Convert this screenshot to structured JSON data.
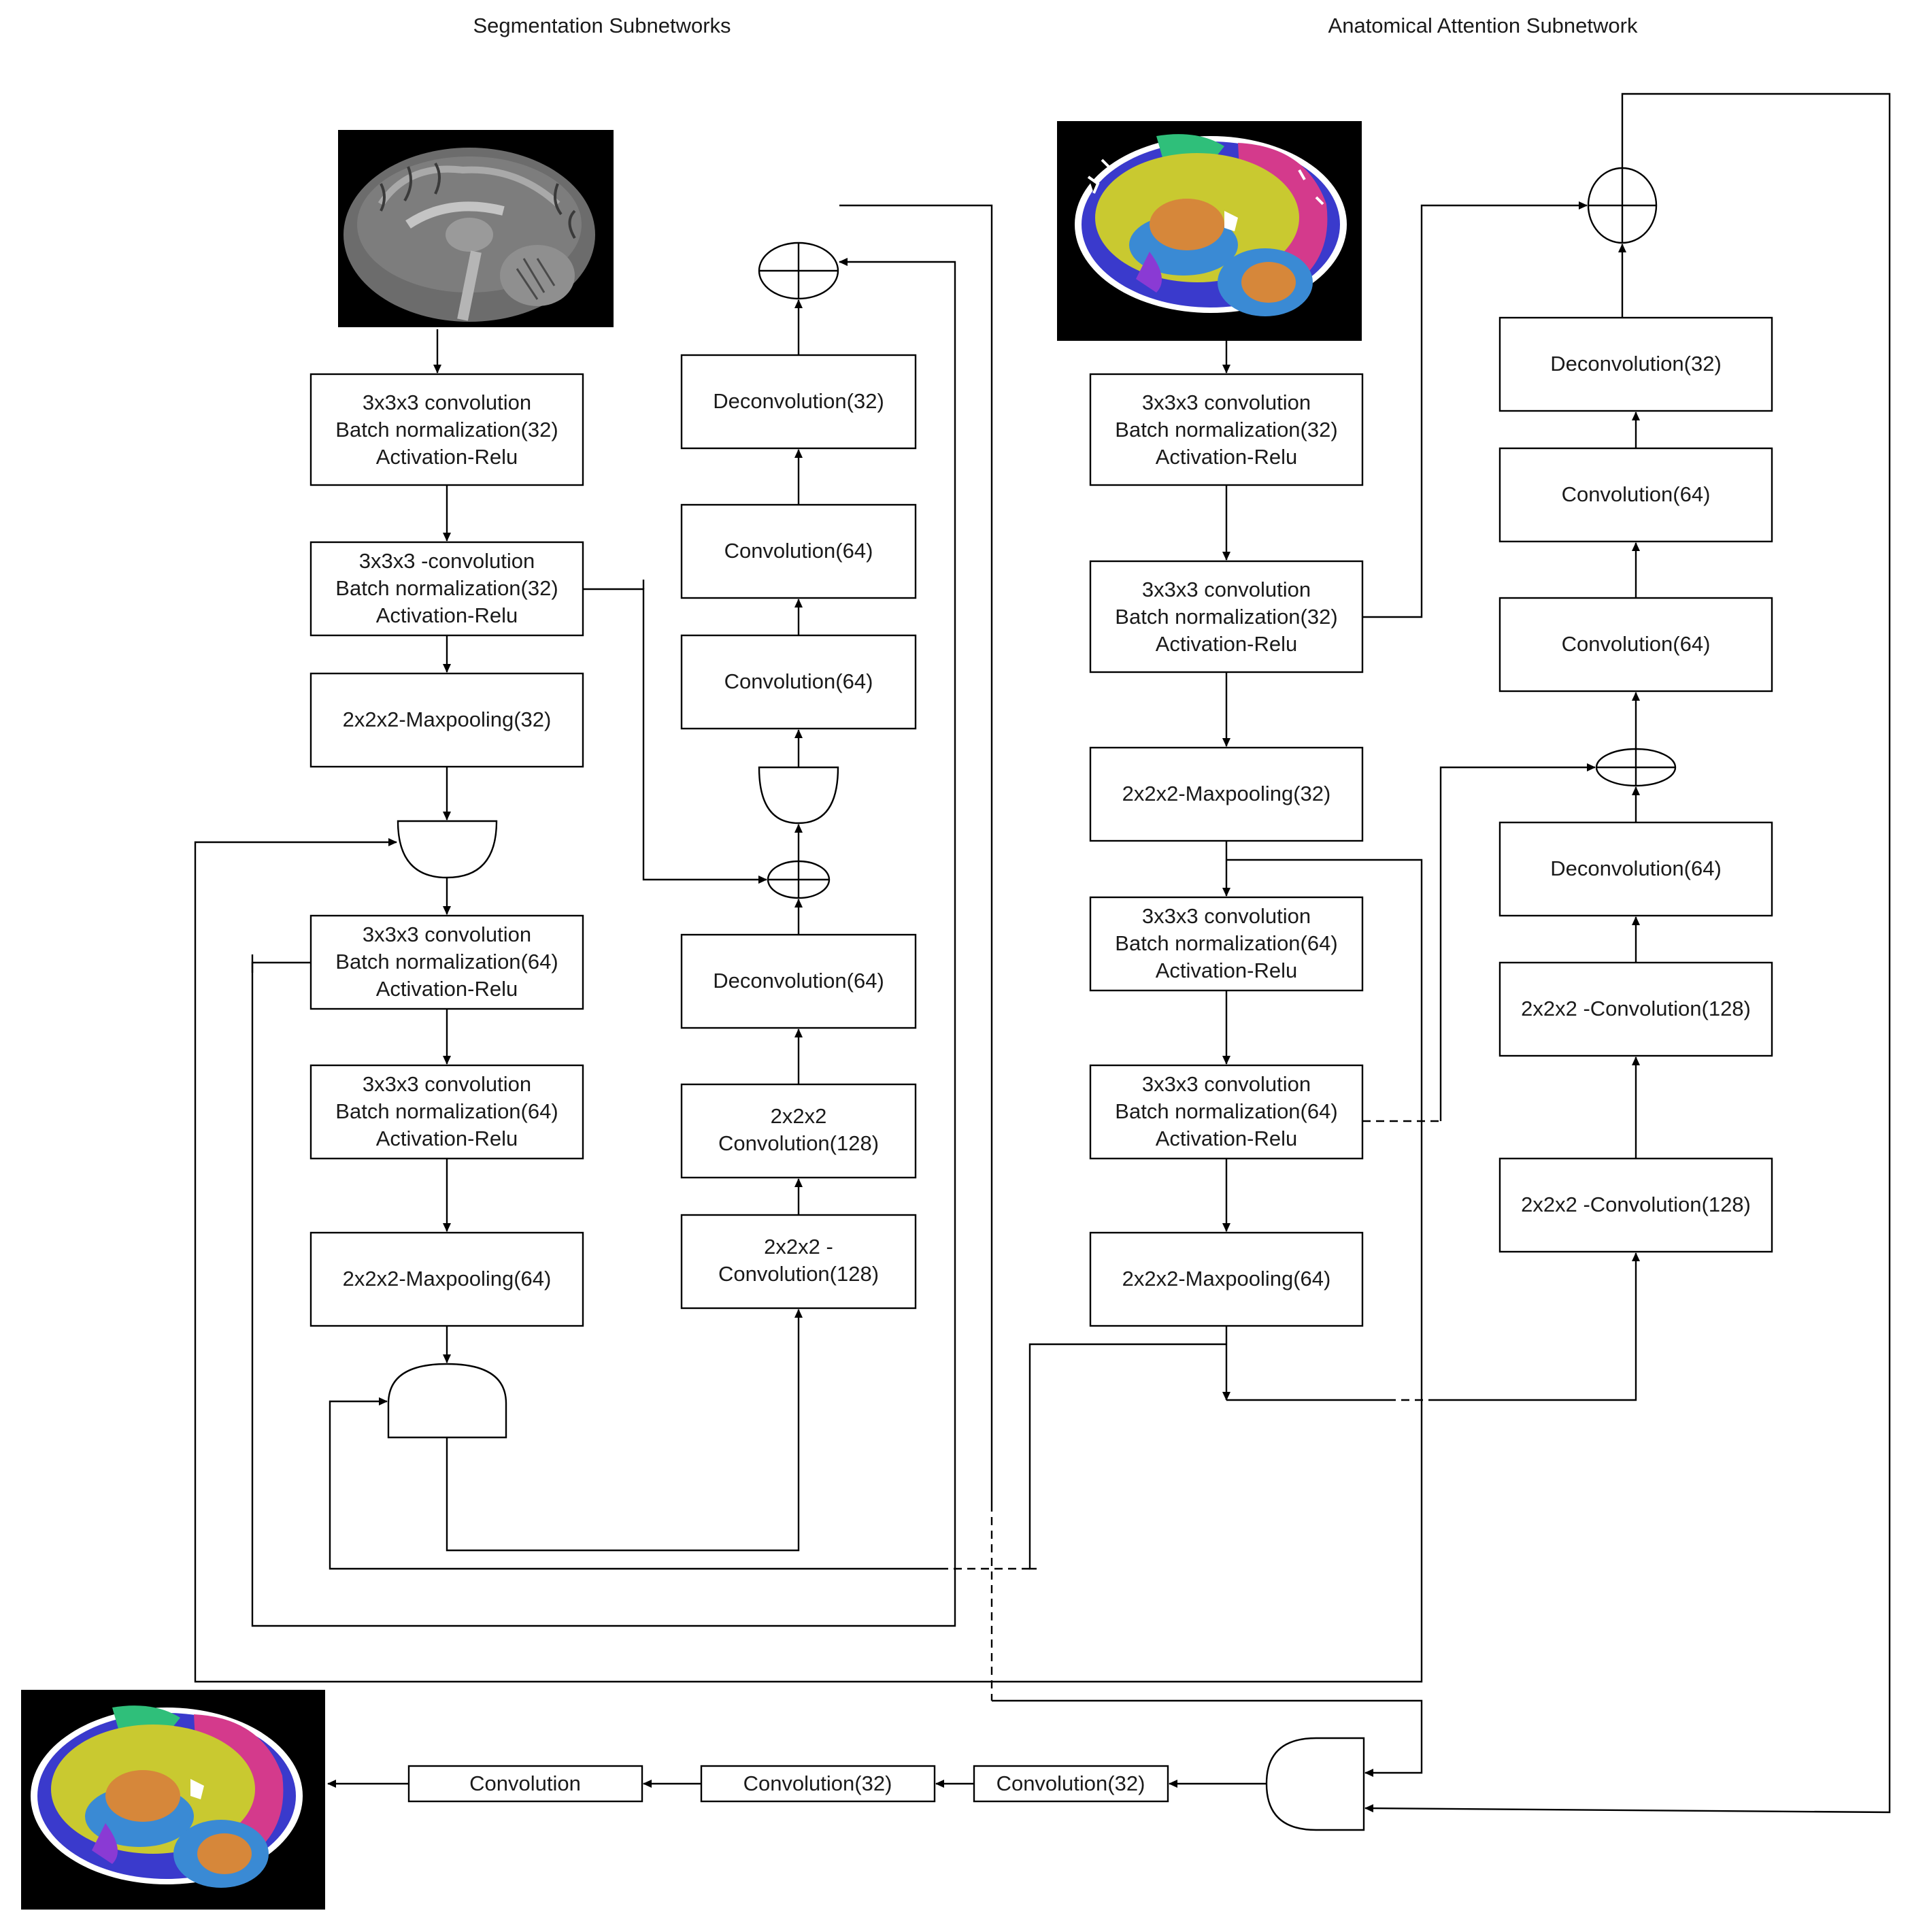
{
  "titles": {
    "segmentation": "Segmentation Subnetworks",
    "attention": "Anatomical Attention Subnetwork"
  },
  "seg": {
    "enc1": [
      "3x3x3 convolution",
      "Batch normalization(32)",
      "Activation-Relu"
    ],
    "enc2": [
      "3x3x3 -convolution",
      "Batch normalization(32)",
      "Activation-Relu"
    ],
    "pool1": "2x2x2-Maxpooling(32)",
    "enc3": [
      "3x3x3 convolution",
      "Batch normalization(64)",
      "Activation-Relu"
    ],
    "enc4": [
      "3x3x3 convolution",
      "Batch normalization(64)",
      "Activation-Relu"
    ],
    "pool2": "2x2x2-Maxpooling(64)",
    "conv128a": [
      "2x2x2 -",
      "Convolution(128)"
    ],
    "conv128b": [
      "2x2x2",
      "Convolution(128)"
    ],
    "deconv64": "Deconvolution(64)",
    "conv64a": "Convolution(64)",
    "conv64b": "Convolution(64)",
    "deconv32": "Deconvolution(32)"
  },
  "att": {
    "enc1": [
      "3x3x3 convolution",
      "Batch normalization(32)",
      "Activation-Relu"
    ],
    "enc2": [
      "3x3x3 convolution",
      "Batch normalization(32)",
      "Activation-Relu"
    ],
    "pool1": "2x2x2-Maxpooling(32)",
    "enc3": [
      "3x3x3 convolution",
      "Batch normalization(64)",
      "Activation-Relu"
    ],
    "enc4": [
      "3x3x3 convolution",
      "Batch normalization(64)",
      "Activation-Relu"
    ],
    "pool2": "2x2x2-Maxpooling(64)",
    "conv128a": "2x2x2 -Convolution(128)",
    "conv128b": "2x2x2 -Convolution(128)",
    "deconv64": "Deconvolution(64)",
    "conv64a": "Convolution(64)",
    "conv64b": "Convolution(64)",
    "deconv32": "Deconvolution(32)"
  },
  "output": {
    "conv32a": "Convolution(32)",
    "conv32b": "Convolution(32)",
    "conv": "Convolution"
  },
  "images": {
    "input": "mri-sagittal-slice",
    "atlas": "anatomical-atlas-segmentation",
    "result": "output-segmentation"
  },
  "colors": {
    "line": "#000000",
    "text": "#1a1a1a",
    "seg_yellow": "#c9c930",
    "seg_blue": "#3a3acc",
    "seg_magenta": "#d43a8c",
    "seg_green": "#2fbf7a",
    "seg_orange": "#d6873a",
    "seg_lightblue": "#3a8ad4",
    "seg_purple": "#8a3ad4"
  }
}
